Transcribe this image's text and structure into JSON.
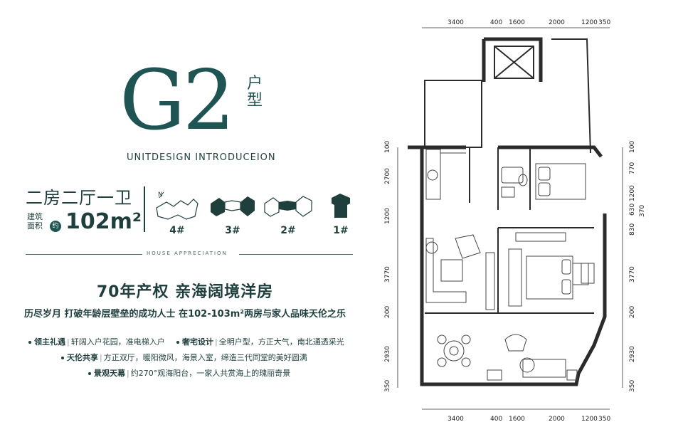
{
  "model": {
    "letters": "G2",
    "suffix": "户型"
  },
  "subtitle": "UNITDESIGN INTRODUCEION",
  "layout": {
    "type": "二房二厅一卫",
    "area_label": "建筑面积",
    "approx": "约",
    "area": "102m²"
  },
  "buildings": [
    {
      "label": "4#"
    },
    {
      "label": "3#"
    },
    {
      "label": "2#"
    },
    {
      "label": "1#"
    }
  ],
  "house_appreciation": "HOUSE APPRECIATION",
  "headline": "70年产权  亲海阔境洋房",
  "tagline": "历尽岁月  打破年龄层壁垒的成功人士  在102-103m²两房与家人品味天伦之乐",
  "features": [
    {
      "name": "领主礼遇",
      "desc": "轩阔入户花园，准电梯入户"
    },
    {
      "name": "奢宅设计",
      "desc": "全明户型，方正大气，南北通透采光"
    },
    {
      "name": "天伦共享",
      "desc": "方正双厅，暖阳微风，海景入室，缔造三代同堂的美好圆满"
    },
    {
      "name": "景观天幕",
      "desc": "约270°观海阳台，一家人共赏海上的瑰丽奇景"
    }
  ],
  "colors": {
    "primary": "#1e5553",
    "text": "#1f3f3d",
    "wall": "#2b2b2b"
  },
  "plan_dims": {
    "top": [
      "3400",
      "400",
      "1600",
      "2000",
      "1200",
      "350"
    ],
    "bottom": [
      "3400",
      "400",
      "1600",
      "2000",
      "1200",
      "350"
    ],
    "left": [
      "100",
      "2700",
      "1200",
      "3770",
      "200",
      "2930",
      "350"
    ],
    "right": [
      "100",
      "770",
      "1200",
      "630",
      "370",
      "830",
      "3770",
      "200",
      "2930",
      "350"
    ]
  }
}
